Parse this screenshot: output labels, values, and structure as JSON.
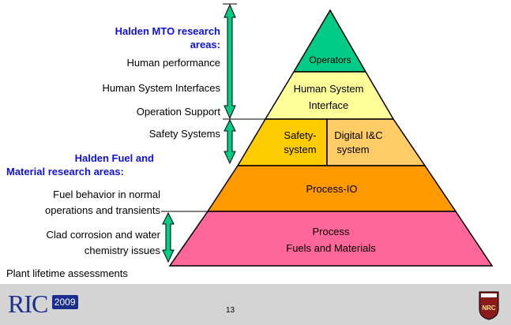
{
  "left_labels": {
    "mto_heading_line1": "Halden MTO research",
    "mto_heading_line2": "areas:",
    "human_performance": "Human performance",
    "hsi": "Human System Interfaces",
    "operation_support": "Operation Support",
    "safety_systems": "Safety Systems",
    "fuel_heading_line1": "Halden Fuel and",
    "fuel_heading_line2": "Material research areas:",
    "fuel_behavior_line1": "Fuel behavior in normal",
    "fuel_behavior_line2": "operations and transients",
    "clad_line1": "Clad corrosion and water",
    "clad_line2": "chemistry issues",
    "plant_lifetime": "Plant lifetime assessments"
  },
  "pyramid": {
    "operators": "Operators",
    "hsi_line1": "Human System",
    "hsi_line2": "Interface",
    "safety_line1": "Safety-",
    "safety_line2": "system",
    "digital_line1": "Digital I&C",
    "digital_line2": "system",
    "process_io": "Process-IO",
    "process_line1": "Process",
    "process_line2": "Fuels and Materials"
  },
  "colors": {
    "operators": "#00cc88",
    "hsi": "#ffff99",
    "safety": "#ffcc00",
    "digital": "#ffcc66",
    "process_io": "#ff9900",
    "process": "#ff6699",
    "arrow": "#00cc88",
    "heading": "#1010d8"
  },
  "footer": {
    "logo_text": "RIC",
    "logo_year": "2009",
    "page_number": "13",
    "badge_text": "NRC"
  }
}
